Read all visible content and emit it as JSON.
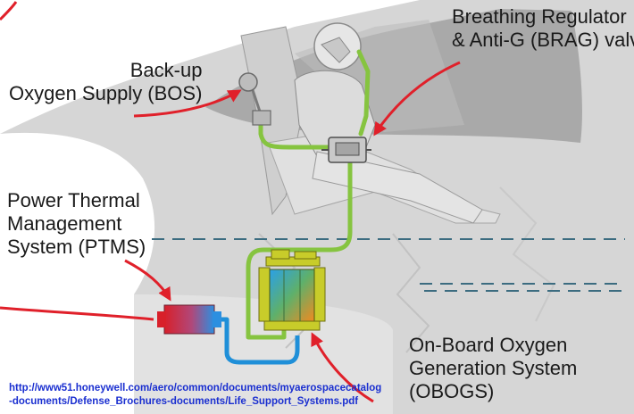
{
  "labels": {
    "brag": [
      "Breathing Regulator",
      "& Anti-G (BRAG) valve"
    ],
    "bos": [
      "Back-up",
      "Oxygen Supply (BOS)"
    ],
    "ptms": [
      "Power Thermal",
      "Management",
      "System (PTMS)"
    ],
    "obogs": [
      "On-Board Oxygen",
      "Generation System",
      "(OBOGS)"
    ]
  },
  "source_url": [
    "http://www51.honeywell.com/aero/common/documents/myaerospacecatalog",
    "-documents/Defense_Brochures-documents/Life_Support_Systems.pdf"
  ],
  "colors": {
    "background": "#ffffff",
    "fuselage": "#d6d6d6",
    "canopy": "#a9a9a9",
    "oxygen_line": "#86c440",
    "coolant_line": "#1f8fd8",
    "callout_arrow": "#e0202a",
    "dashed_line": "#3c6c80",
    "url_text": "#1a2fd0"
  }
}
